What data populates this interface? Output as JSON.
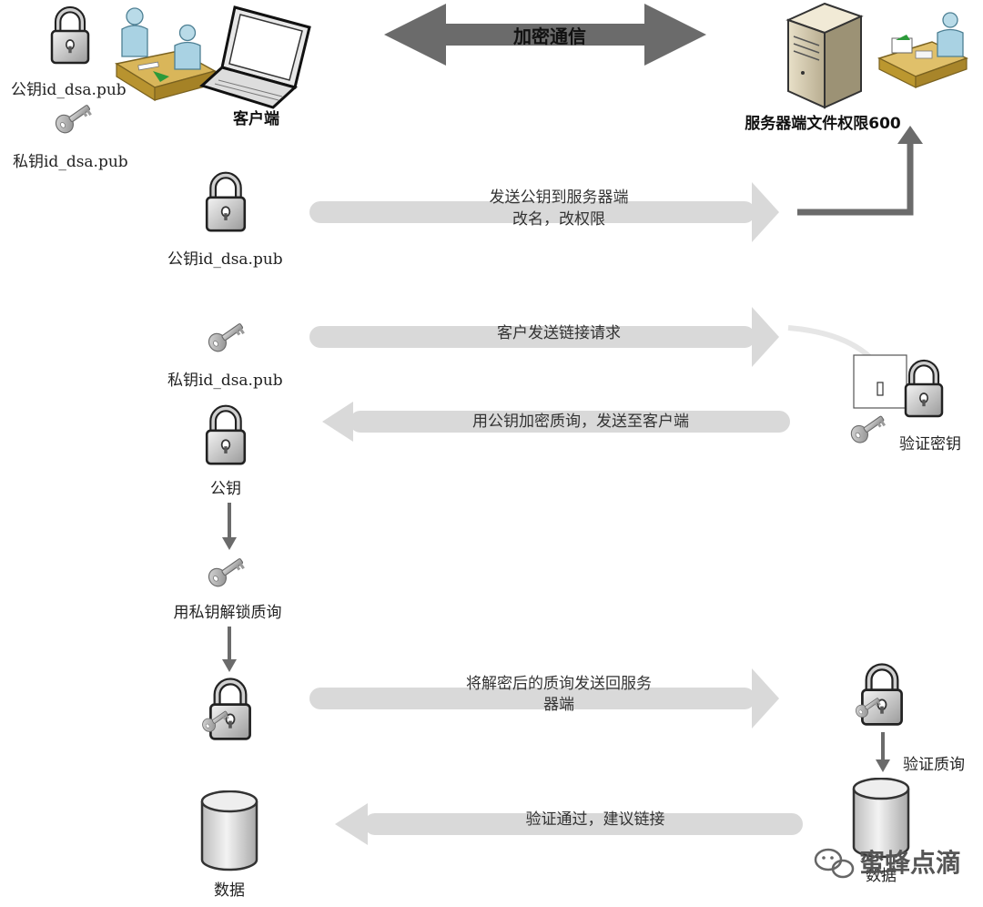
{
  "header_arrow_label": "加密通信",
  "client": {
    "label": "客户端",
    "public_key_label": "公钥id_dsa.pub",
    "private_key_label": "私钥id_dsa.pub"
  },
  "server": {
    "label": "服务器端文件权限600"
  },
  "steps": {
    "step1_key_label": "公钥id_dsa.pub",
    "step1_arrow_line1": "发送公钥到服务器端",
    "step1_arrow_line2": "改名，改权限",
    "step2_key_label": "私钥id_dsa.pub",
    "step2_arrow_label": "客户发送链接请求",
    "step3_arrow_label": "用公钥加密质询，发送至客户端",
    "verify_key_label": "验证密钥",
    "public_key_label": "公钥",
    "unlock_label": "用私钥解锁质询",
    "step4_arrow_line1": "将解密后的质询发送回服务",
    "step4_arrow_line2": "器端",
    "verify_challenge_label": "验证质询",
    "step5_arrow_label": "验证通过，建议链接",
    "data_left_label": "数据",
    "data_right_label": "数据"
  },
  "watermark": {
    "text": "蜜蜂点滴"
  }
}
